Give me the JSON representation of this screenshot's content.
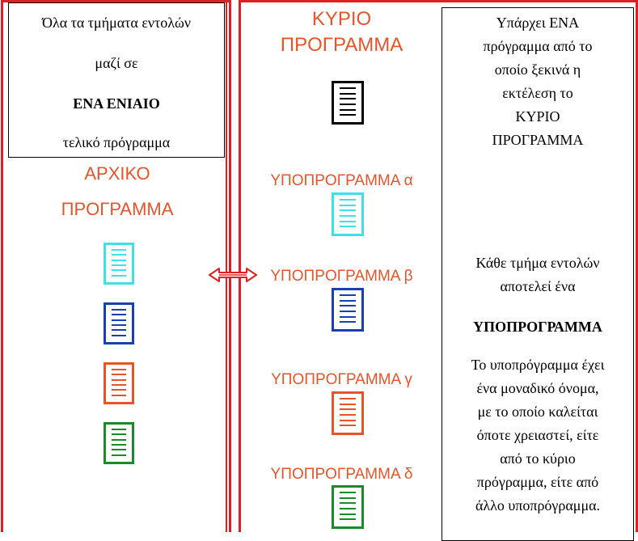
{
  "colors": {
    "frame": "#e02020",
    "red_text": "#e8542a",
    "black": "#000000",
    "cyan": "#3fe0e8",
    "blue": "#1a3fb0",
    "orange": "#e8542a",
    "green": "#1a8a2a"
  },
  "top_box": {
    "line1": "Όλα τα τμήματα εντολών",
    "line2": "μαζί σε",
    "line3": "ΕΝΑ ΕΝΙΑΙΟ",
    "line4": "τελικό πρόγραμμα"
  },
  "left": {
    "title_line1": "ΑΡΧΙΚΟ",
    "title_line2": "ΠΡΟΓΡΑΜΜΑ",
    "icons": [
      "cyan-document-icon",
      "blue-document-icon",
      "orange-document-icon",
      "green-document-icon"
    ]
  },
  "middle": {
    "main_line1": "ΚΥΡΙΟ",
    "main_line2": "ΠΡΟΓΡΑΜΜΑ",
    "sub_a": "ΥΠΟΠΡΟΓΡΑΜΜΑ α",
    "sub_b": "ΥΠΟΠΡΟΓΡΑΜΜΑ β",
    "sub_c": "ΥΠΟΠΡΟΓΡΑΜΜΑ γ",
    "sub_d": "ΥΠΟΠΡΟΓΡΑΜΜΑ δ",
    "arrow_icon": "double-arrow-icon"
  },
  "right_box": {
    "p1": [
      "Υπάρχει ΕΝΑ",
      "πρόγραμμα από το",
      "οποίο ξεκινά η",
      "εκτέλεση το",
      "ΚΥΡΙΟ",
      "ΠΡΟΓΡΑΜΜΑ"
    ],
    "p2": [
      "Κάθε τμήμα εντολών",
      "αποτελεί ένα"
    ],
    "p2_bold": "ΥΠΟΠΡΟΓΡΑΜΜΑ",
    "p3": [
      "Το υποπρόγραμμα έχει",
      "ένα μοναδικό όνομα,",
      "με το οποίο καλείται",
      "όποτε χρειαστεί, είτε",
      "από το κύριο",
      "πρόγραμμα, είτε από",
      "άλλο υποπρόγραμμα."
    ]
  }
}
